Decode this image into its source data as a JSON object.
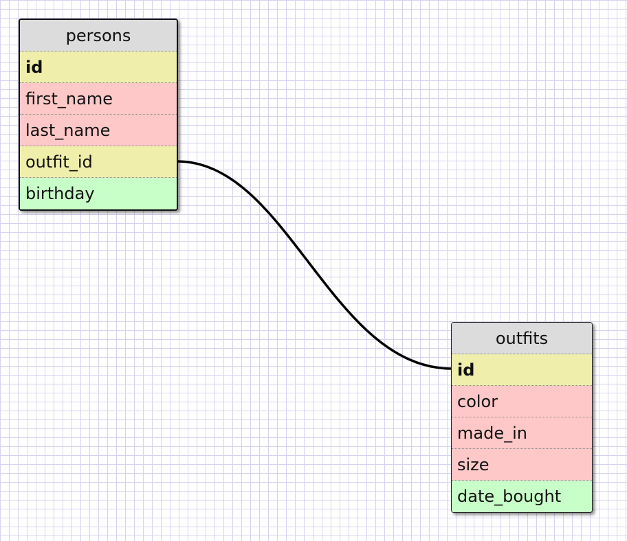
{
  "colors": {
    "header": "#dcdcdc",
    "key": "#efeeab",
    "field": "#ffc8c8",
    "other": "#c8ffc8",
    "grid": "#d6d3f2",
    "line": "#000000"
  },
  "tables": {
    "persons": {
      "name": "persons",
      "fields": [
        {
          "label": "id",
          "kind": "key"
        },
        {
          "label": "first_name",
          "kind": "field"
        },
        {
          "label": "last_name",
          "kind": "field"
        },
        {
          "label": "outfit_id",
          "kind": "key"
        },
        {
          "label": "birthday",
          "kind": "other"
        }
      ]
    },
    "outfits": {
      "name": "outfits",
      "fields": [
        {
          "label": "id",
          "kind": "key"
        },
        {
          "label": "color",
          "kind": "field"
        },
        {
          "label": "made_in",
          "kind": "field"
        },
        {
          "label": "size",
          "kind": "field"
        },
        {
          "label": "date_bought",
          "kind": "other"
        }
      ]
    }
  },
  "relationship": {
    "from": "persons.outfit_id",
    "to": "outfits.id"
  }
}
